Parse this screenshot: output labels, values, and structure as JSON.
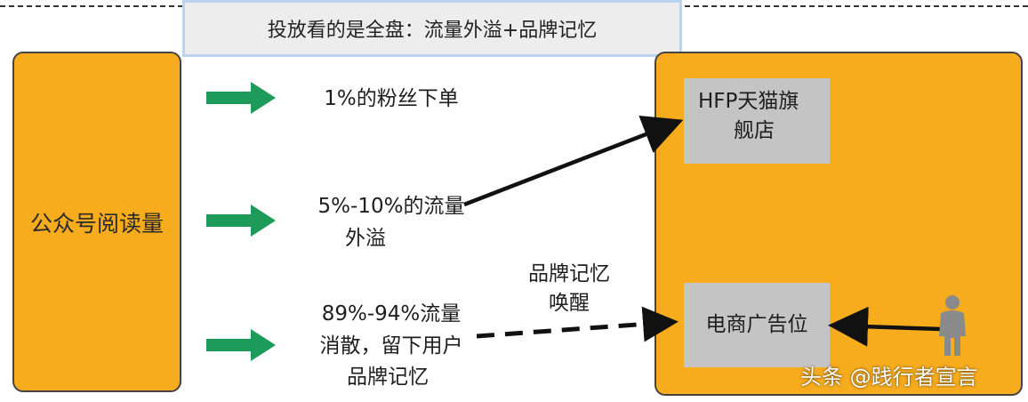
{
  "title": "投放看的是全盘：流量外溢+品牌记忆",
  "left": {
    "label": "公众号阅读量"
  },
  "rows": [
    {
      "label": "1%的粉丝下单"
    },
    {
      "label_line1": "5%-10%的流量",
      "label_line2": "外溢"
    },
    {
      "label_line1": "89%-94%流量",
      "label_line2": "消散，留下用户",
      "label_line3": "品牌记忆"
    }
  ],
  "right": {
    "tmall_line1": "HFP天猫旗",
    "tmall_line2": "舰店",
    "ad_label": "电商广告位"
  },
  "memory_label_line1": "品牌记忆",
  "memory_label_line2": "唤醒",
  "watermark": "头条 @践行者宣言",
  "icons": {
    "arrow": "arrow-right-icon",
    "person": "person-icon"
  },
  "colors": {
    "orange": "#f7ac1d",
    "green": "#1e9b5a",
    "gray_box": "#c4c4c4",
    "title_border": "#bcd3ee"
  }
}
